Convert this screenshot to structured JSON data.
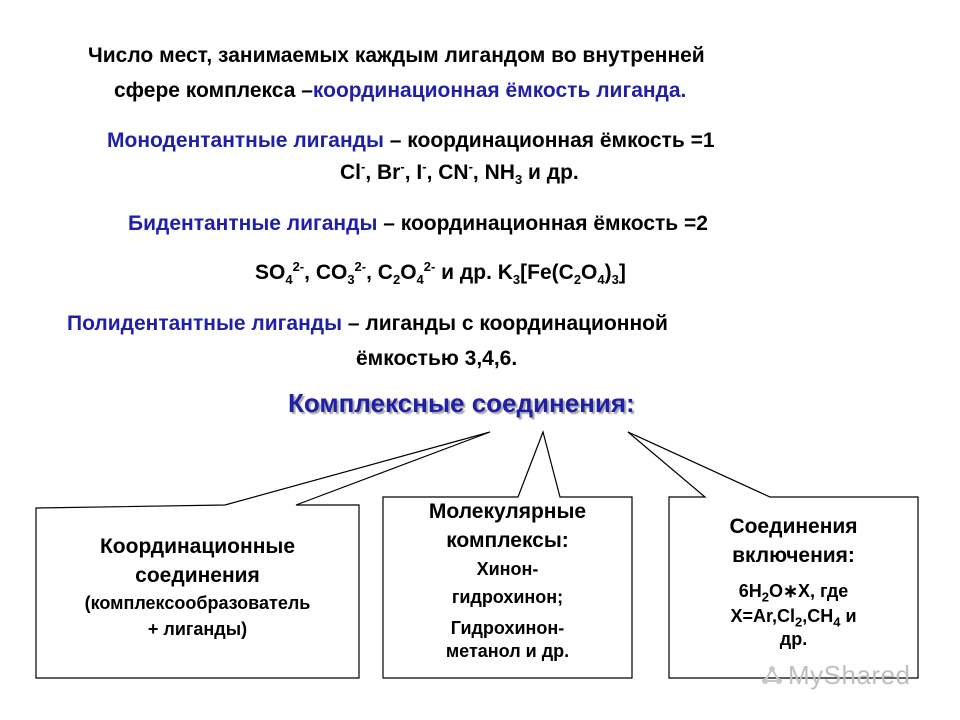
{
  "intro": {
    "line1": "Число мест, занимаемых каждым лигандом во внутренней",
    "line2_black": "сфере комплекса –",
    "line2_blue": "координационная ёмкость лиганда."
  },
  "monodentate": {
    "term": "Монодентантные лиганды",
    "rest": " –  координационная ёмкость =1",
    "examples": {
      "cl": "Cl",
      "br": "Br",
      "i": "I",
      "cn": "CN",
      "charge": "-",
      "nh": "NH",
      "sub3": "3",
      "tail": " и др."
    }
  },
  "bidentate": {
    "term": "Бидентантные лиганды",
    "rest": " –  координационная ёмкость =2",
    "examples": {
      "so": "SO",
      "co": "CO",
      "c": "C",
      "o": "O",
      "sub2": "2",
      "sub3": "3",
      "sub4": "4",
      "charge": "2-",
      "mid": "  и др. ",
      "k": "K",
      "fe": "[Fe(C",
      "close": ")",
      "end": "]"
    }
  },
  "polydentate": {
    "term": "Полидентантные лиганды",
    "rest": " –  лиганды с координационной",
    "line2": "ёмкостью 3,4,6."
  },
  "heading": "Комплексные соединения:",
  "boxes": {
    "coord": {
      "l1": "Координационные",
      "l2": "соединения",
      "l3": "(комплексообразователь",
      "l4": "+ лиганды)"
    },
    "molecular": {
      "l1": "Молекулярные",
      "l2": "комплексы:",
      "l3": "Хинон-",
      "l4": "гидрохинон;",
      "l5": "Гидрохинон-",
      "l6": "метанол и др."
    },
    "inclusion": {
      "l1": "Соединения",
      "l2": "включения:",
      "f1a": "6H",
      "f1sub": "2",
      "f1b": "O∗X, где",
      "f2a": "X=Ar,Cl",
      "f2sub1": "2",
      "f2b": ",CH",
      "f2sub2": "4",
      "f2c": " и",
      "l4": "др."
    }
  },
  "watermark": "MyShared",
  "colors": {
    "accent_blue": "#1f1fa8",
    "text": "#000000",
    "watermark": "#bfbfbf"
  }
}
